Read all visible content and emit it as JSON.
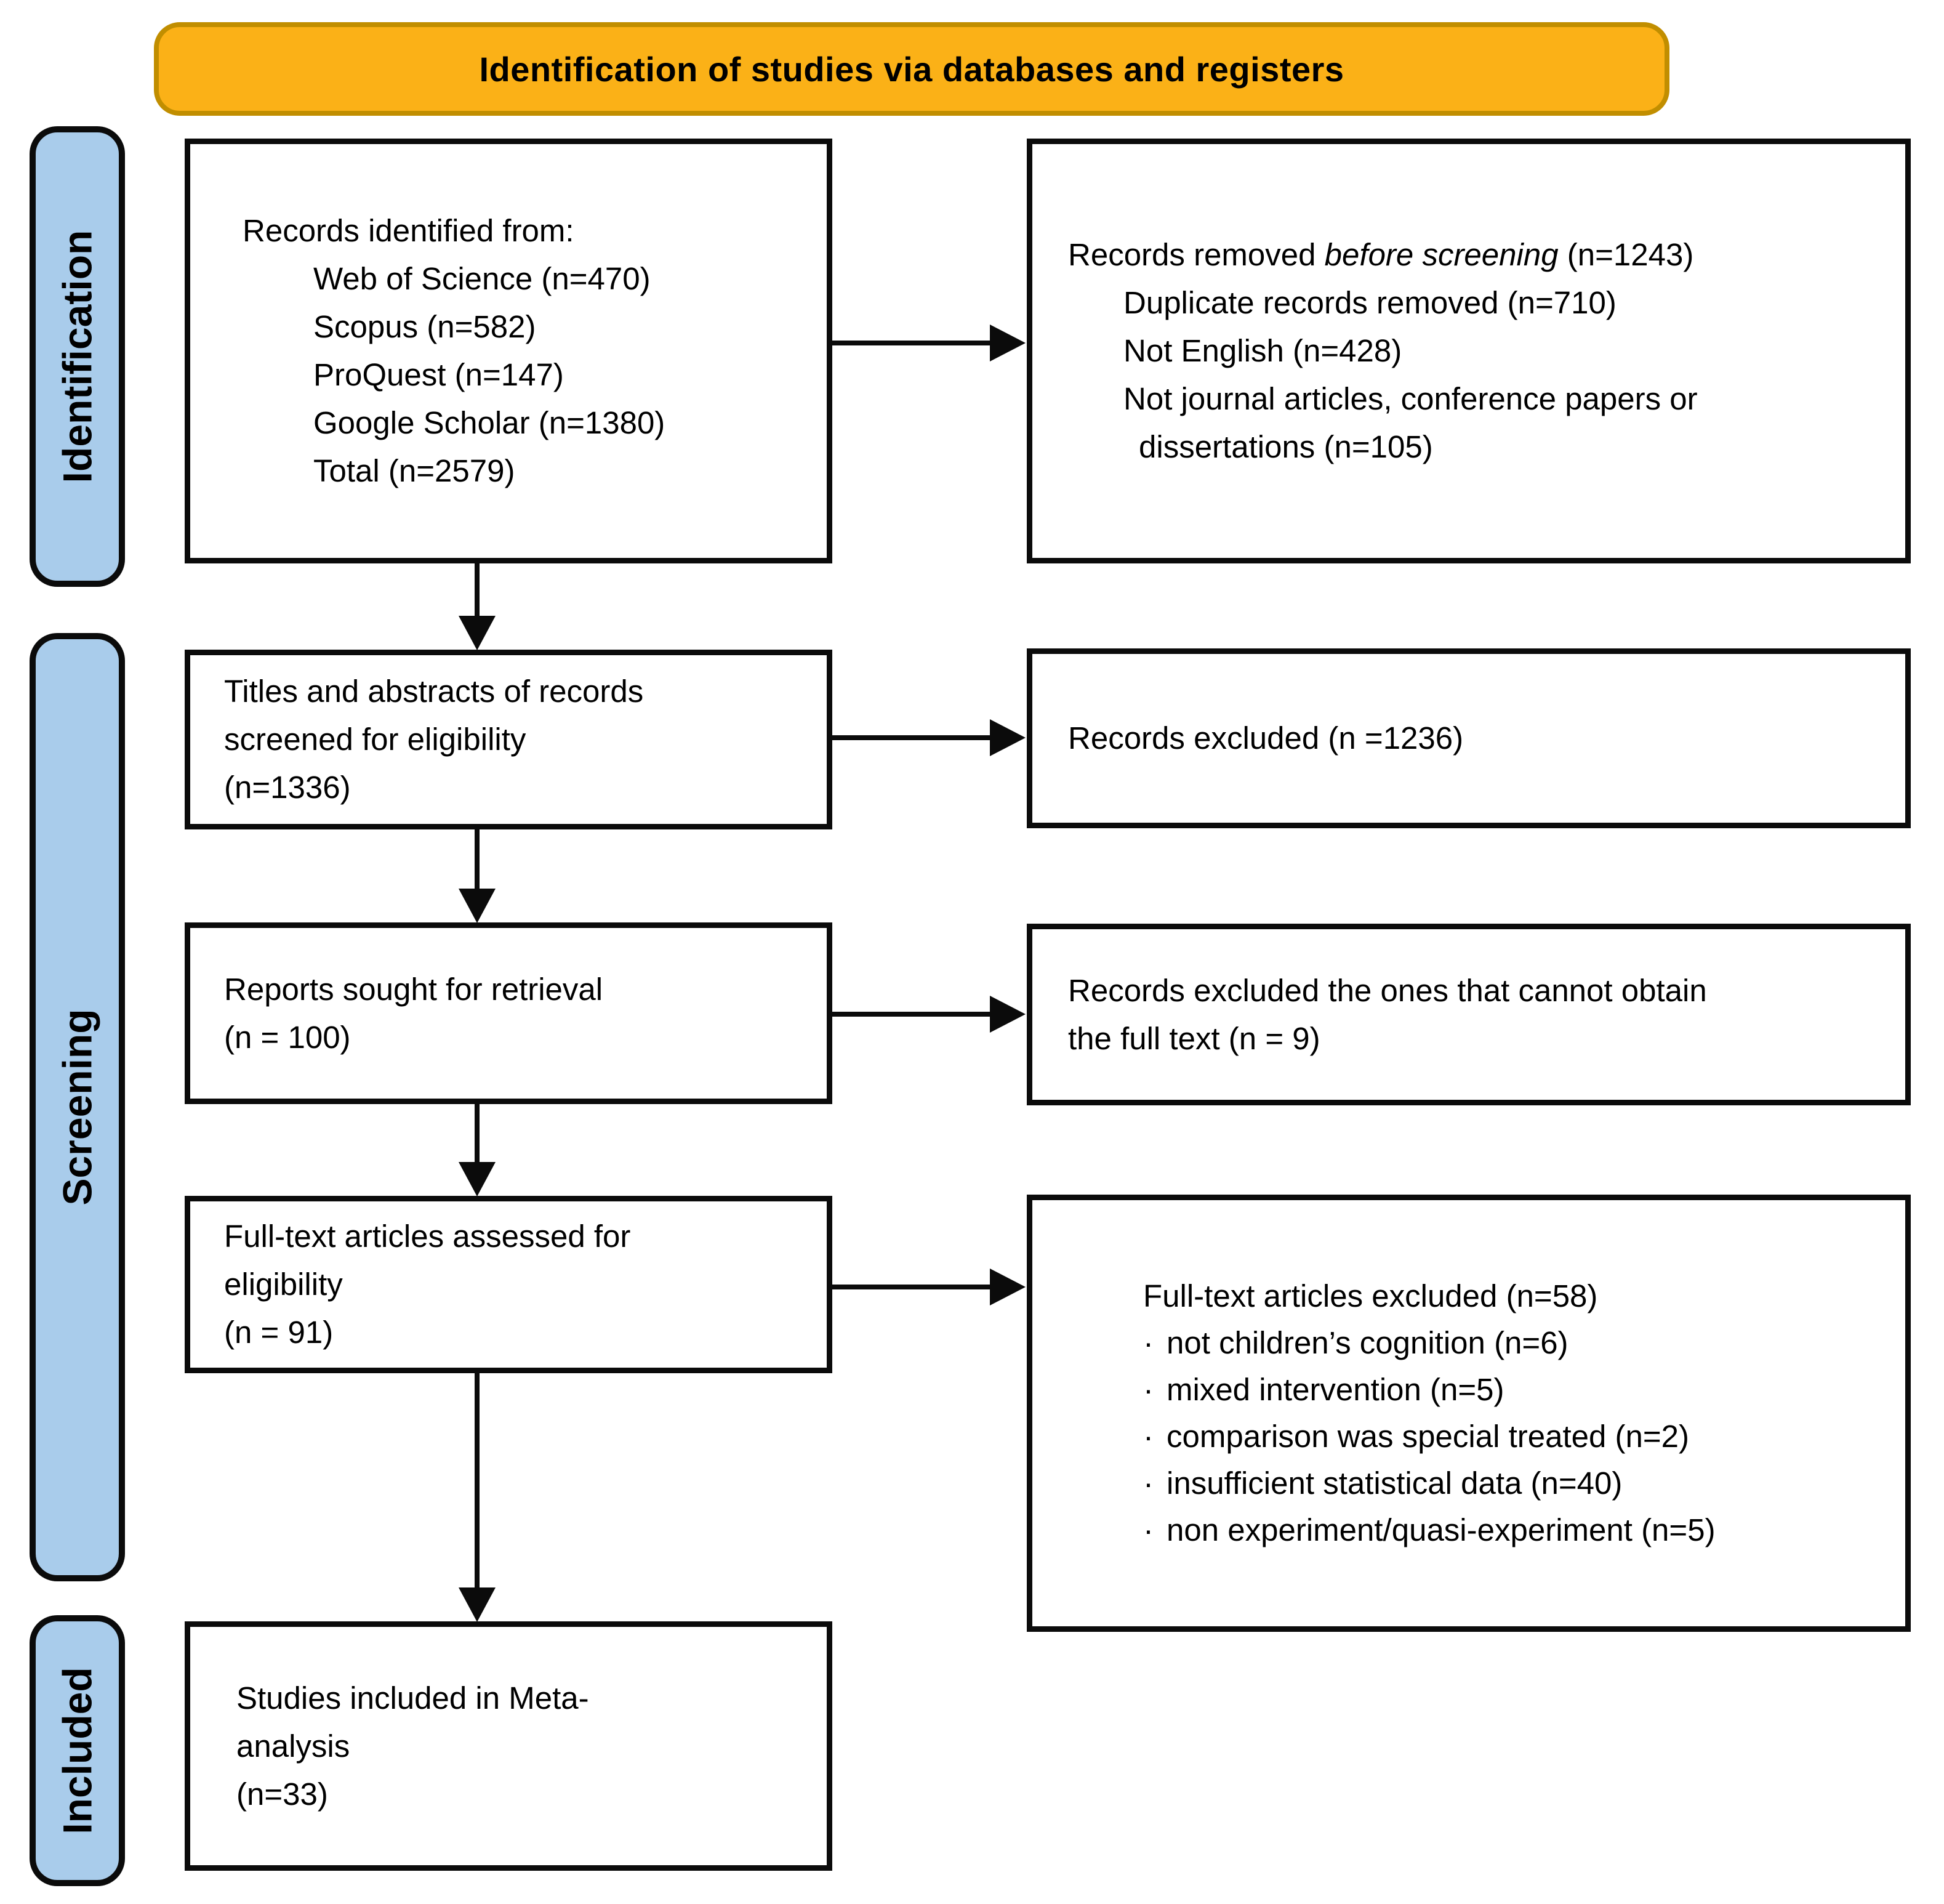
{
  "title": "Identification of studies via databases and registers",
  "colors": {
    "banner_fill": "#FBB117",
    "banner_border": "#C18E00",
    "stage_fill": "#A9CCEB",
    "box_border": "#0b0b0b",
    "connector": "#0b0b0b",
    "background": "#ffffff"
  },
  "stages": {
    "identification": "Identification",
    "screening": "Screening",
    "included": "Included"
  },
  "boxes": {
    "records_identified": {
      "intro": "Records identified from:",
      "items": [
        "Web of Science (n=470)",
        "Scopus (n=582)",
        "ProQuest (n=147)",
        "Google Scholar (n=1380)",
        "Total (n=2579)"
      ]
    },
    "records_removed": {
      "intro_prefix": "Records removed ",
      "intro_italic": "before screening",
      "intro_suffix": " (n=1243)",
      "items": [
        "Duplicate records removed  (n=710)",
        "Not English (n=428)",
        "Not journal articles, conference papers or",
        "dissertations (n=105)"
      ]
    },
    "titles_screened": {
      "lines": [
        "Titles and abstracts of records",
        "screened for eligibility",
        "(n=1336)"
      ]
    },
    "records_excluded": {
      "lines": [
        "Records excluded (n =1236)"
      ]
    },
    "reports_sought": {
      "lines": [
        "Reports sought for retrieval",
        "(n = 100)"
      ]
    },
    "records_excluded_fulltext": {
      "lines": [
        "Records excluded the ones that cannot obtain",
        "the full text (n = 9)"
      ]
    },
    "fulltext_assessed": {
      "lines": [
        "Full-text articles assessed for",
        "eligibility",
        "(n = 91)"
      ]
    },
    "fulltext_excluded": {
      "intro": "Full-text articles excluded (n=58)",
      "bullet": "·",
      "items": [
        "not children’s cognition (n=6)",
        "mixed intervention (n=5)",
        "comparison was special treated (n=2)",
        "insufficient statistical data (n=40)",
        "non experiment/quasi-experiment (n=5)"
      ]
    },
    "studies_included": {
      "lines": [
        "Studies included in Meta-",
        "analysis",
        "(n=33)"
      ]
    }
  }
}
